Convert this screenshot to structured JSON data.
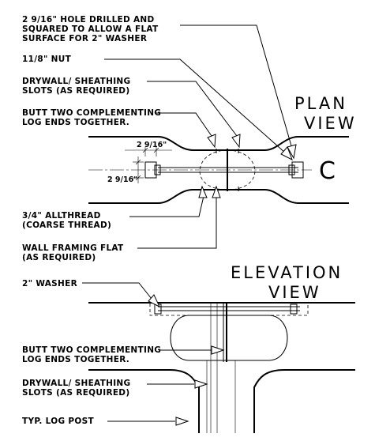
{
  "notes": {
    "hole": [
      "2 9/16\" HOLE DRILLED AND",
      "SQUARED TO ALLOW A FLAT",
      "SURFACE FOR 2\" WASHER"
    ],
    "nut": [
      "11/8\" NUT"
    ],
    "slots_top": [
      "DRYWALL/ SHEATHING",
      "SLOTS (AS REQUIRED)"
    ],
    "butt_top": [
      "BUTT TWO COMPLEMENTING",
      "LOG ENDS TOGETHER."
    ],
    "allthread": [
      "3/4\"   ALLTHREAD",
      "(COARSE THREAD)"
    ],
    "wall_flat": [
      "WALL FRAMING FLAT",
      "(AS REQUIRED)"
    ],
    "washer": [
      "2\" WASHER"
    ],
    "butt_bottom": [
      "BUTT TWO COMPLEMENTING",
      "LOG ENDS TOGETHER."
    ],
    "slots_bottom": [
      "DRYWALL/ SHEATHING",
      "SLOTS (AS REQUIRED)"
    ],
    "log_post": [
      "TYP. LOG POST"
    ]
  },
  "dims": {
    "horizontal": "2 9/16\"",
    "vertical": "2 9/16\""
  },
  "views": {
    "plan": [
      "PLAN",
      "VIEW"
    ],
    "elevation": [
      "ELEVATION",
      "VIEW"
    ]
  },
  "centerline": "C"
}
